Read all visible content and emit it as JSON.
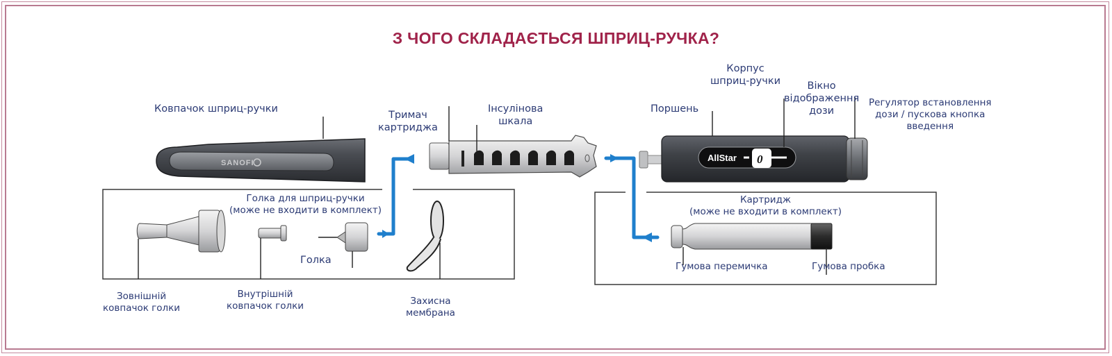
{
  "title": "З ЧОГО СКЛАДАЄТЬСЯ ШПРИЦ-РУЧКА?",
  "colors": {
    "title": "#a0234a",
    "label": "#2b3a74",
    "arrow": "#1f7fcc",
    "frame": "#b87a90",
    "pen_body": "#3d3f44"
  },
  "pen": {
    "cap_label": "Ковпачок шприц-ручки",
    "cap_brand": "SANOFI",
    "holder_label": [
      "Тримач",
      "картриджа"
    ],
    "scale_label": [
      "Інсулінова",
      "шкала"
    ],
    "body_label": [
      "Корпус",
      "шприц-ручки"
    ],
    "plunger_label": "Поршень",
    "dose_window_label": [
      "Вікно",
      "відображення",
      "дози"
    ],
    "dial_label": [
      "Регулятор встановлення",
      "дози / пускова кнопка",
      "введення"
    ],
    "body_brand": "AllStar",
    "dose_value": "0"
  },
  "needle_box": {
    "title": [
      "Голка для шприц-ручки",
      "(може не входити в комплект)"
    ],
    "needle_label": "Голка",
    "outer_cap_label": [
      "Зовнішній",
      "ковпачок голки"
    ],
    "inner_cap_label": [
      "Внутрішній",
      "ковпачок голки"
    ],
    "membrane_label": [
      "Захисна",
      "мембрана"
    ]
  },
  "cartridge_box": {
    "title": [
      "Картридж",
      "(може не входити в комплект)"
    ],
    "septum_label": "Гумова перемичка",
    "stopper_label": "Гумова пробка"
  }
}
